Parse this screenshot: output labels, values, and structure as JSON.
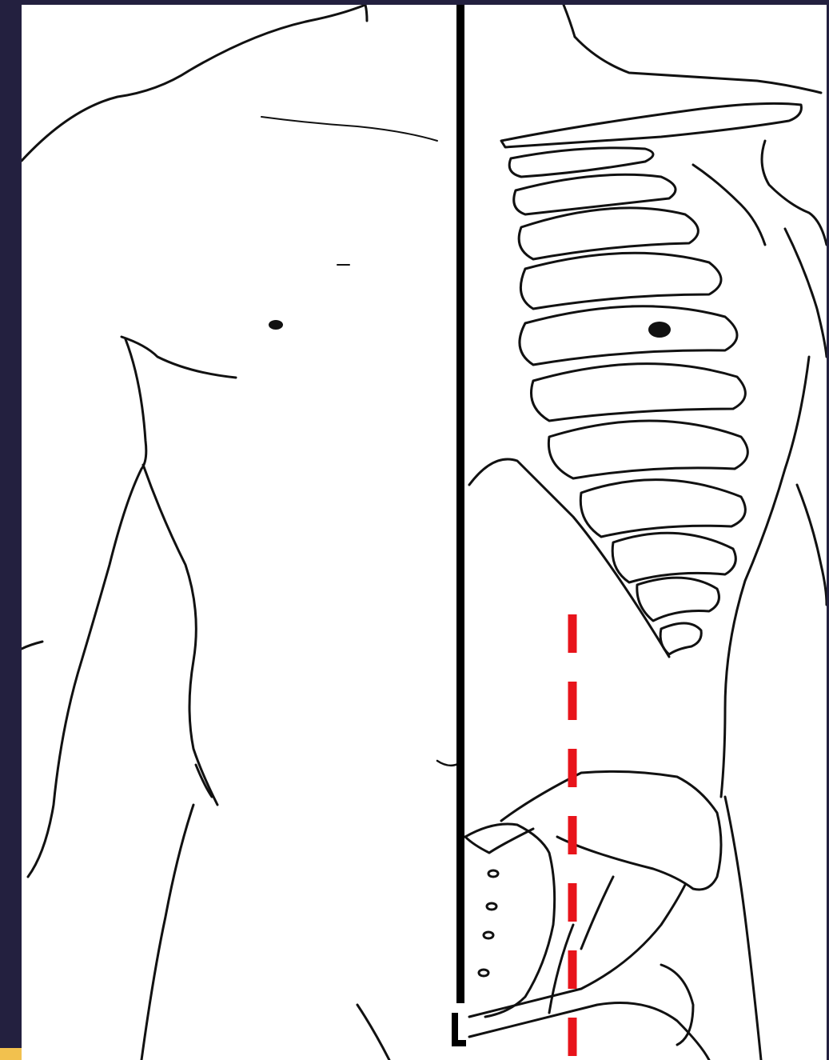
{
  "figure": {
    "subject": "anterior-torso-with-rib-cage-and-pelvis",
    "reference_lines": [
      {
        "name": "midline",
        "style": "solid",
        "color": "#000000"
      },
      {
        "name": "lateral-reference",
        "style": "dashed",
        "color": "#e8141b"
      }
    ]
  },
  "colors": {
    "frame": "#23203f",
    "canvas": "#ffffff",
    "ink": "#111111",
    "accent": "#f2c14e"
  }
}
